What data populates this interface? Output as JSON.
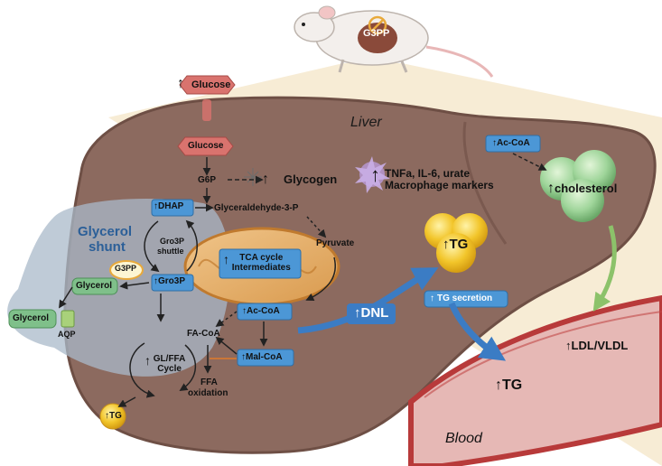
{
  "mouse": {
    "gene_label": "G3PP"
  },
  "organs": {
    "liver": "Liver",
    "blood": "Blood"
  },
  "shunt": {
    "line1": "Glycerol",
    "line2": "shunt"
  },
  "metabolites": {
    "glucose_blood": "Glucose",
    "glucose_liver": "Glucose",
    "g6p": "G6P",
    "glycogen": "Glycogen",
    "dhap": "DHAP",
    "gap": "Glyceraldehyde-3-P",
    "gro3p_shuttle_1": "Gro3P",
    "gro3p_shuttle_2": "shuttle",
    "gro3p": "Gro3P",
    "g3pp": "G3PP",
    "glycerol_liver": "Glycerol",
    "glycerol_out": "Glycerol",
    "aqp": "AQP",
    "pyruvate": "Pyruvate",
    "tca_1": "TCA cycle",
    "tca_2": "Intermediates",
    "accoa_liver": "Ac-CoA",
    "accoa_chol": "Ac-CoA",
    "malcoa": "Mal-CoA",
    "facoa": "FA-CoA",
    "glffa_1": "GL/FFA",
    "glffa_2": "Cycle",
    "ffa_ox_1": "FFA",
    "ffa_ox_2": "oxidation",
    "tg_small": "TG",
    "tg_liver": "TG",
    "tg_blood": "TG",
    "cholesterol": "cholesterol",
    "ldl": "LDL/VLDL",
    "dnl": "DNL",
    "tg_secretion": "TG secretion"
  },
  "inflammation": {
    "line1": "TNFa, IL-6, urate",
    "line2": "Macrophage markers"
  },
  "up_arrow": "↑",
  "colors": {
    "liver": "#8c6a5f",
    "liver_dark": "#6e4f45",
    "shunt_bg": "#a9b9c9",
    "box_blue": "#4c97d6",
    "glucose_red": "#d9736e",
    "glycerol_green": "#7fc08a",
    "tg_yellow": "#f2c52a",
    "cholesterol_green": "#9fd59a",
    "blood_pink": "#e6b8b5",
    "arrow_blue": "#3b7cc4"
  }
}
